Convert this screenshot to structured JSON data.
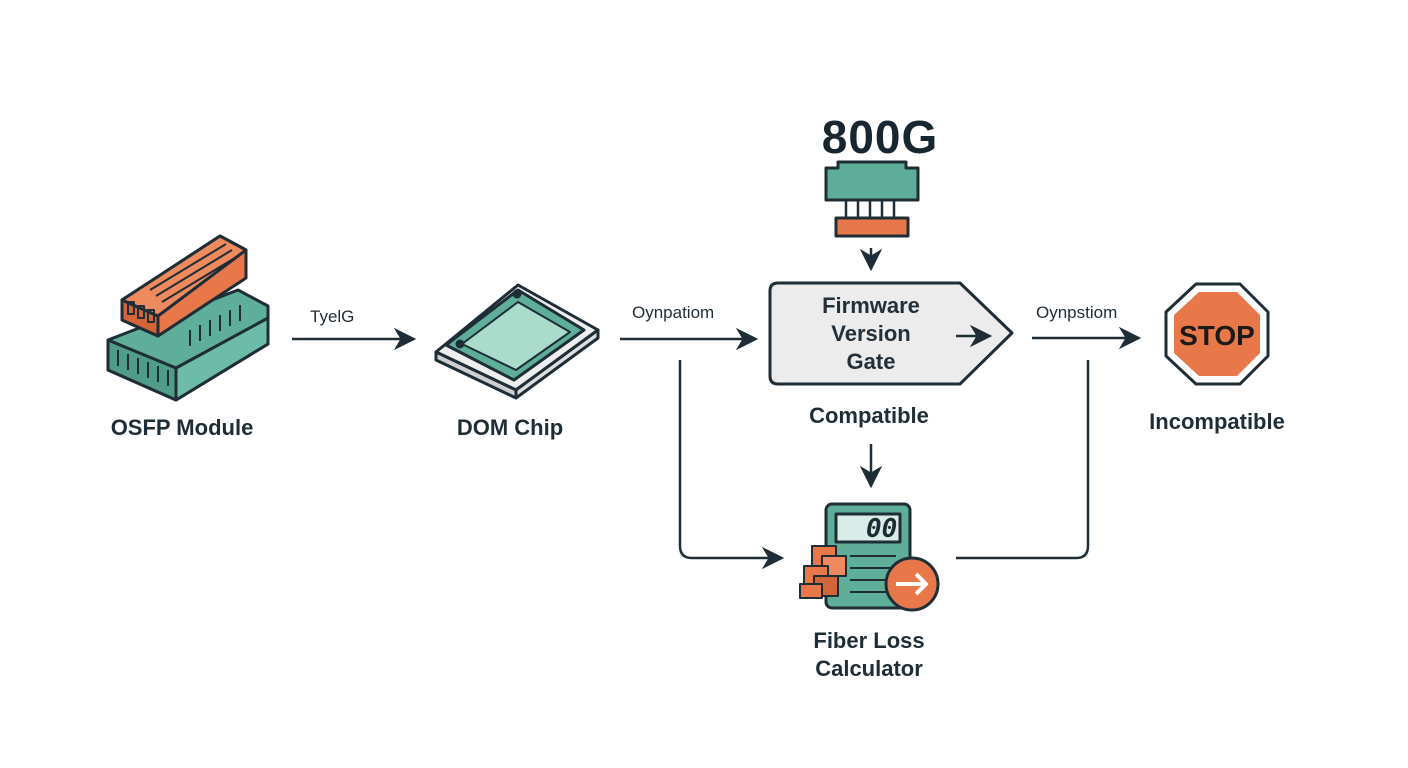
{
  "nodes": {
    "osfp_module": "OSFP Module",
    "dom_chip": "DOM Chip",
    "firmware_gate_lines": [
      "Firmware",
      "Version",
      "Gate"
    ],
    "compatible": "Compatible",
    "incompatible": "Incompatible",
    "fiber_loss_lines": [
      "Fiber Loss",
      "Calculator"
    ],
    "speed_title": "800G",
    "stop_sign": "STOP",
    "calculator_display": "00"
  },
  "edges": {
    "osfp_to_dom": "TyelG",
    "dom_to_gate": "Oynpatiom",
    "gate_to_stop": "Oynpstiom"
  },
  "colors": {
    "teal": "#5fae9a",
    "teal_light": "#a9dccb",
    "orange": "#e8784a",
    "dark": "#1e2d36",
    "gate_fill": "#ececec"
  },
  "icons": {
    "osfp": "osfp-module-icon",
    "dom": "dom-chip-icon",
    "connector": "800g-connector-icon",
    "stop": "stop-sign-icon",
    "calculator": "fiber-loss-calculator-icon"
  }
}
